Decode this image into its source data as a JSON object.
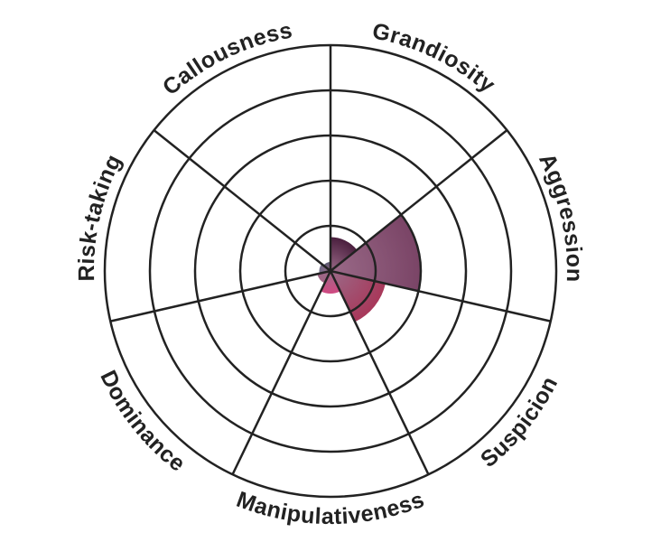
{
  "chart_data": {
    "type": "polar-area",
    "categories": [
      "Grandiosity",
      "Aggression",
      "Suspicion",
      "Manipulativeness",
      "Dominance",
      "Risk-taking",
      "Callousness"
    ],
    "values": [
      0.75,
      2.0,
      1.25,
      0.5,
      0.3,
      0.25,
      0.2
    ],
    "rlim": [
      0,
      5
    ],
    "rings": 5,
    "grid": true,
    "colors": [
      "#4a1f3e",
      "#7a4466",
      "#a8385a",
      "#d04a82",
      "#a06484",
      "#6e6a86",
      "#585870"
    ]
  }
}
